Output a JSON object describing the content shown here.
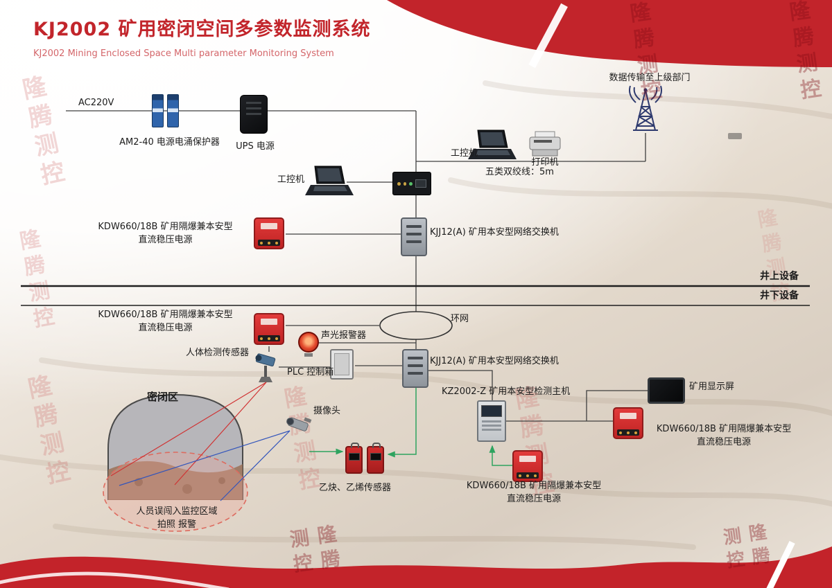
{
  "header": {
    "title": "KJ2002 矿用密闭空间多参数监测系统",
    "subtitle": "KJ2002 Mining Enclosed Space Multi parameter Monitoring System"
  },
  "watermark": "隆腾测控",
  "dividers": {
    "surface": "井上设备",
    "underground": "井下设备"
  },
  "labels": {
    "ac220v": "AC220V",
    "surge_protector": "AM2-40 电源电涌保护器",
    "ups": "UPS 电源",
    "ipc": "工控机",
    "printer": "打印机",
    "data_upload": "数据传输至上级部门",
    "cat5": "五类双绞线：5m",
    "kdw_line1": "KDW660/18B 矿用隔爆兼本安型",
    "kdw_line2": "直流稳压电源",
    "switch_top": "KJJ12(A) 矿用本安型网络交换机",
    "switch_bottom": "KJJ12(A) 矿用本安型网络交换机",
    "ring": "环网",
    "alarm": "声光报警器",
    "human_sensor": "人体检测传感器",
    "plc": "PLC 控制箱",
    "host": "KZ2002-Z 矿用本安型检测主机",
    "display": "矿用显示屏",
    "camera": "摄像头",
    "gas_sensor": "乙炔、乙烯传感器",
    "enclosed_area": "密闭区",
    "intrusion_line1": "人员误闯入监控区域",
    "intrusion_line2": "拍照 报警"
  }
}
